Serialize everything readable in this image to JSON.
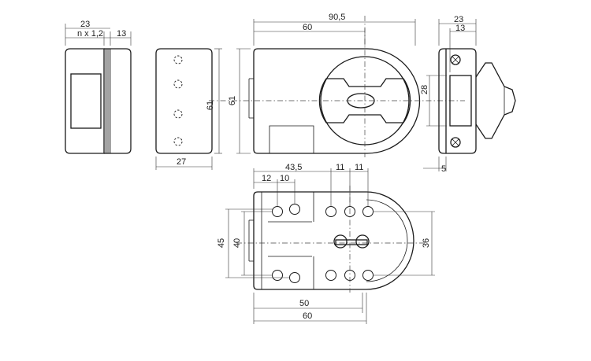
{
  "dimensions": {
    "side_left_total": "23",
    "side_left_nx": "n x 1,2",
    "side_left_13": "13",
    "front_small_width": "27",
    "front_small_height": "61",
    "main_width_total": "90,5",
    "main_width_60": "60",
    "main_height": "61",
    "right_total": "23",
    "right_13": "13",
    "right_28": "28",
    "right_5": "5",
    "bottom_43_5": "43,5",
    "bottom_12": "12",
    "bottom_10": "10",
    "bottom_11a": "11",
    "bottom_11b": "11",
    "bottom_45": "45",
    "bottom_40": "40",
    "bottom_36": "36",
    "bottom_50": "50",
    "bottom_60": "60"
  }
}
